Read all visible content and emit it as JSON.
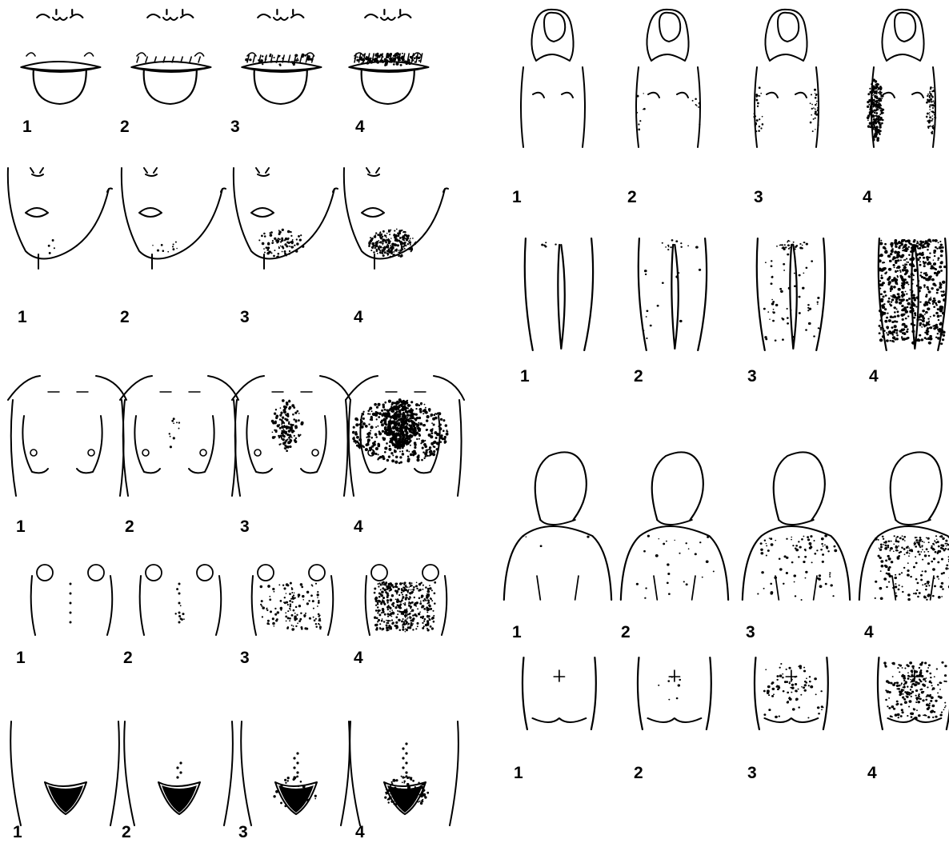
{
  "left_regions": [
    {
      "key": "upper-lip",
      "labels": [
        "1",
        "2",
        "3",
        "4"
      ]
    },
    {
      "key": "chin",
      "labels": [
        "1",
        "2",
        "3",
        "4"
      ]
    },
    {
      "key": "chest",
      "labels": [
        "1",
        "2",
        "3",
        "4"
      ]
    },
    {
      "key": "upper-abdomen",
      "labels": [
        "1",
        "2",
        "3",
        "4"
      ]
    },
    {
      "key": "lower-abdomen",
      "labels": [
        "1",
        "2",
        "3",
        "4"
      ]
    }
  ],
  "right_regions": [
    {
      "key": "upper-arm",
      "labels": [
        "1",
        "2",
        "3",
        "4"
      ]
    },
    {
      "key": "thigh",
      "labels": [
        "1",
        "2",
        "3",
        "4"
      ]
    },
    {
      "key": "upper-back",
      "labels": [
        "1",
        "2",
        "3",
        "4"
      ]
    },
    {
      "key": "lower-back",
      "labels": [
        "1",
        "2",
        "3",
        "4"
      ]
    }
  ],
  "grades": [
    1,
    2,
    3,
    4
  ],
  "colors": {
    "ink": "#000000",
    "background": "#ffffff"
  }
}
